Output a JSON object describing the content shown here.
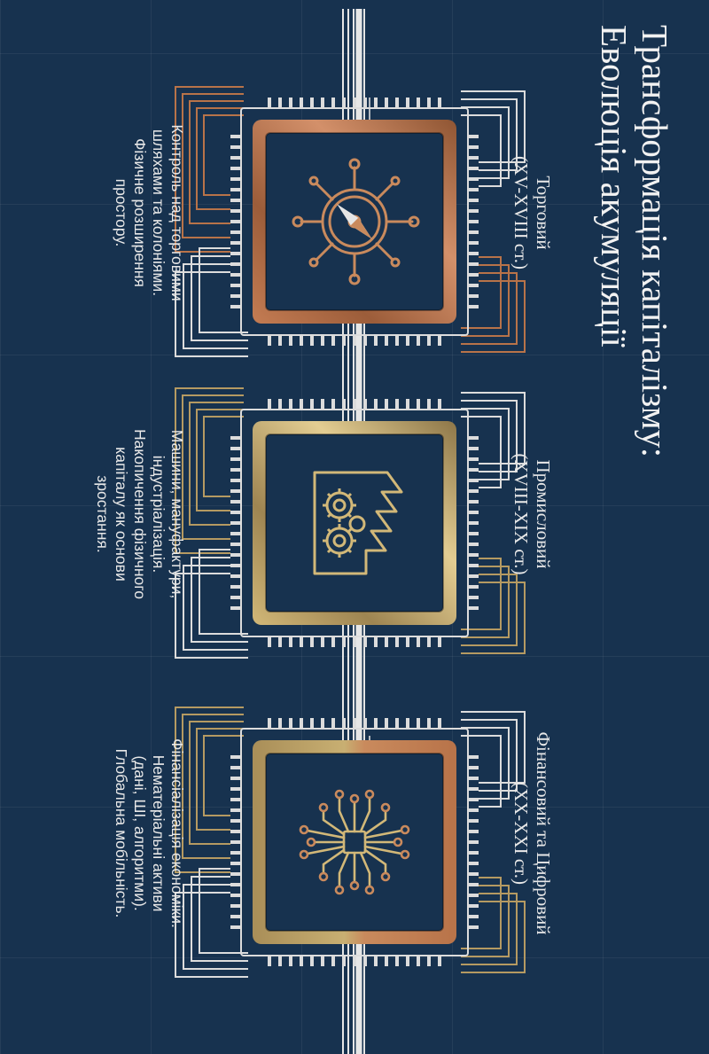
{
  "title": {
    "line1": "Трансформація капіталізму:",
    "line2": "Еволюція акумуляції"
  },
  "stages": [
    {
      "name": "Торговий",
      "period": "(XV-XVIII ст.)",
      "description": [
        "Контроль над торговими",
        "шляхами та колоніями.",
        "Фізичне розширення",
        "простору."
      ],
      "icon": "ship-wheel-compass-icon",
      "frame_color": "#b87349"
    },
    {
      "name": "Промисловий",
      "period": "(XVIII-XIX ст.)",
      "description": [
        "Машини, мануфактури,",
        "індустріалізація.",
        "Накопичення фізичного",
        "капіталу як основи",
        "зростання."
      ],
      "icon": "factory-gears-icon",
      "frame_color": "#b59a62"
    },
    {
      "name": "Фінансовий та Цифровий",
      "period": "(XX-XXI ст.)",
      "description": [
        "Фінансіалізація економіки.",
        "Нематеріальні активи",
        "(дані, ШІ, алгоритми).",
        "Глобальна мобільність."
      ],
      "icon": "neural-circuit-icon",
      "frame_color_top": "#b87349",
      "frame_color_bottom": "#b59a62"
    }
  ],
  "colors": {
    "background": "#17324f",
    "line": "#e8e8e8",
    "copper": "#b87349",
    "gold": "#b59a62"
  }
}
